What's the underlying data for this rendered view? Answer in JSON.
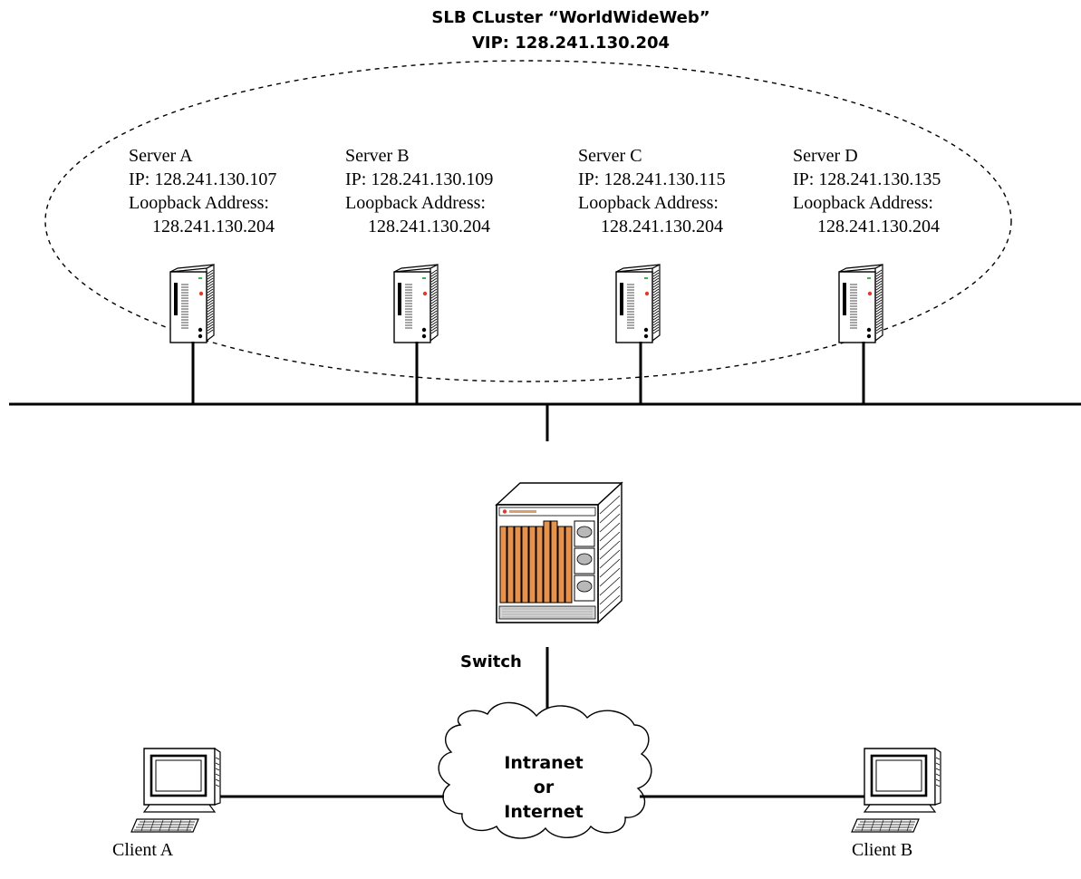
{
  "cluster": {
    "title": "SLB CLuster “WorldWideWeb”",
    "vip": "VIP: 128.241.130.204"
  },
  "servers": [
    {
      "name": "Server A",
      "ip": "IP: 128.241.130.107",
      "loopback_label": "Loopback Address:",
      "loopback": "128.241.130.204"
    },
    {
      "name": "Server B",
      "ip": "IP: 128.241.130.109",
      "loopback_label": "Loopback Address:",
      "loopback": "128.241.130.204"
    },
    {
      "name": "Server C",
      "ip": "IP: 128.241.130.115",
      "loopback_label": "Loopback Address:",
      "loopback": "128.241.130.204"
    },
    {
      "name": "Server D",
      "ip": "IP: 128.241.130.135",
      "loopback_label": "Loopback Address:",
      "loopback": "128.241.130.204"
    }
  ],
  "switch": {
    "label": "Switch",
    "module_color": "#e8914a"
  },
  "network": {
    "line1": "Intranet",
    "line2": "or",
    "line3": "Internet"
  },
  "clients": [
    {
      "label": "Client A"
    },
    {
      "label": "Client B"
    }
  ],
  "icons": {
    "server": "server-tower-icon",
    "switch": "chassis-switch-icon",
    "cloud": "network-cloud-icon",
    "client": "desktop-computer-icon"
  }
}
